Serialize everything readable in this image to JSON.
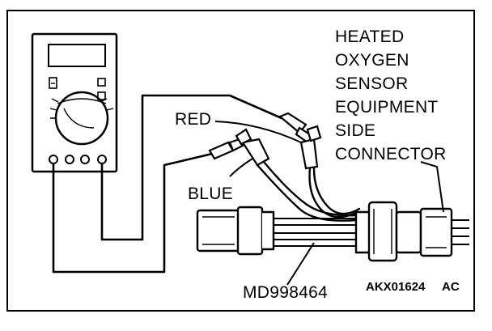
{
  "labels": {
    "sensor_lines": [
      "HEATED",
      "OXYGEN",
      "SENSOR",
      "EQUIPMENT",
      "SIDE",
      "CONNECTOR"
    ],
    "red": "RED",
    "blue": "BLUE",
    "tool": "MD998464",
    "figure_code": "AKX01624",
    "figure_suffix": "AC"
  },
  "colors": {
    "line": "#000000",
    "background": "#ffffff"
  },
  "icons": {
    "meter": "digital-multimeter-icon",
    "connector": "harness-connector-icon",
    "probe": "clip-probe-icon"
  }
}
